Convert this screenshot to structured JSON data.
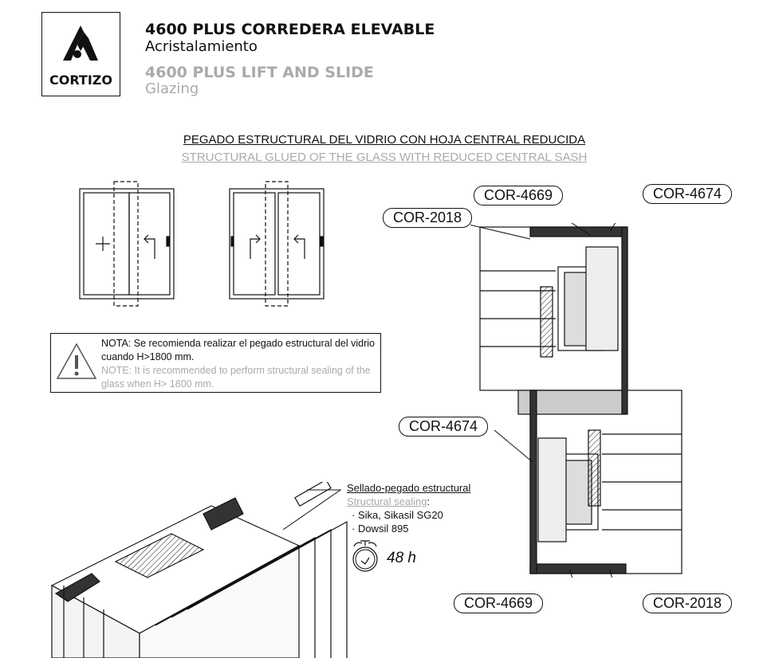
{
  "logo": {
    "text": "CORTIZO"
  },
  "header": {
    "title_es": "4600 PLUS CORREDERA ELEVABLE",
    "subtitle_es": "Acristalamiento",
    "title_en": "4600 PLUS LIFT AND SLIDE",
    "subtitle_en": "Glazing"
  },
  "section": {
    "title_es": "PEGADO ESTRUCTURAL DEL VIDRIO CON HOJA CENTRAL REDUCIDA",
    "title_en": "STRUCTURAL GLUED OF THE GLASS WITH REDUCED CENTRAL SASH"
  },
  "note": {
    "es": "NOTA: Se recomienda realizar el pegado estructural del vidrio cuando H>1800 mm.",
    "en": "NOTE: It is recommended to perform structural sealing of the glass when H> 1800 mm."
  },
  "sealing": {
    "label_es": "Sellado-pegado estructural",
    "label_en": "Structural sealing",
    "colon": ":",
    "items": [
      "· Sika, Sikasil SG20",
      "· Dowsil 895"
    ],
    "cure_time": "48 h"
  },
  "profiles": {
    "top_left": "COR-4669",
    "top_right": "COR-4674",
    "upper_left": "COR-2018",
    "middle_left": "COR-4674",
    "bottom_left": "COR-4669",
    "bottom_right": "COR-2018"
  }
}
